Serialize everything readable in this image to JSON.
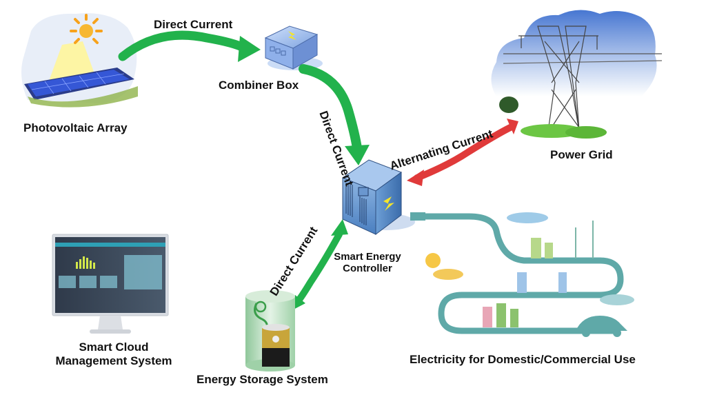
{
  "title": "Smart Solar Energy System Diagram",
  "nodes": {
    "pv_array": {
      "label": "Photovoltaic Array",
      "icon": "solar-panel-icon"
    },
    "combiner_box": {
      "label": "Combiner Box",
      "icon": "combiner-box-icon"
    },
    "controller": {
      "label_line1": "Smart Energy",
      "label_line2": "Controller",
      "icon": "controller-cabinet-icon"
    },
    "power_grid": {
      "label": "Power Grid",
      "icon": "transmission-tower-icon"
    },
    "cloud_mgmt": {
      "label_line1": "Smart Cloud",
      "label_line2": "Management System",
      "icon": "monitor-dashboard-icon"
    },
    "storage": {
      "label": "Energy Storage System",
      "icon": "battery-icon"
    },
    "consumption": {
      "label": "Electricity for Domestic/Commercial Use",
      "icon": "city-road-plug-icon"
    }
  },
  "flows": [
    {
      "from": "pv_array",
      "to": "combiner_box",
      "label": "Direct Current",
      "color": "#22b24c",
      "direction": "one-way"
    },
    {
      "from": "combiner_box",
      "to": "controller",
      "label": "Direct Current",
      "color": "#22b24c",
      "direction": "one-way"
    },
    {
      "from": "controller",
      "to": "power_grid",
      "label": "Alternating Current",
      "color": "#e03a3a",
      "direction": "two-way"
    },
    {
      "from": "controller",
      "to": "storage",
      "label": "Direct Current",
      "color": "#22b24c",
      "direction": "two-way"
    }
  ]
}
